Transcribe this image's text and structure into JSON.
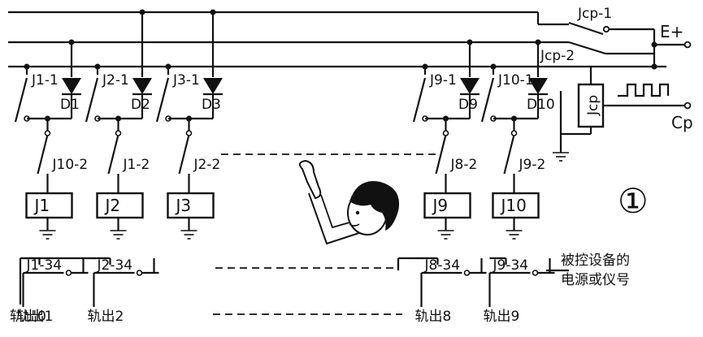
{
  "supply": {
    "label": "E+"
  },
  "clock": {
    "relay": "Jcp",
    "switch1": "Jcp-1",
    "switch2": "Jcp-2",
    "output": "Cp"
  },
  "stages": [
    {
      "relay": "J1",
      "contact": "J1-1",
      "diode": "D1",
      "hold": "J10-2",
      "out_contact": "J1-34",
      "output": "轨出1"
    },
    {
      "relay": "J2",
      "contact": "J2-1",
      "diode": "D2",
      "hold": "J1-2",
      "out_contact": "J2-34",
      "output": "轨出2"
    },
    {
      "relay": "J3",
      "contact": "J3-1",
      "diode": "D3",
      "hold": "J2-2",
      "out_contact": "",
      "output": ""
    },
    {
      "relay": "J9",
      "contact": "J9-1",
      "diode": "D9",
      "hold": "J8-2",
      "out_contact": "J8-34",
      "output": "轨出8"
    },
    {
      "relay": "J10",
      "contact": "J10-1",
      "diode": "D10",
      "hold": "J9-2",
      "out_contact": "J9-34",
      "output": "轨出9"
    }
  ],
  "output0": "轨出0",
  "device_label": {
    "line1": "被控设备的",
    "line2": "电源或仪号"
  },
  "figure_number": "①"
}
